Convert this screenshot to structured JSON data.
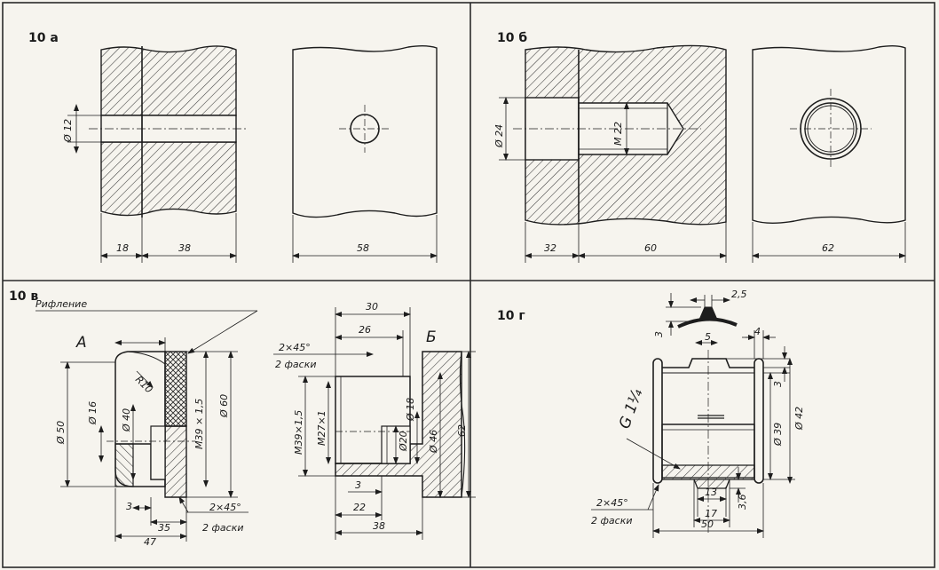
{
  "colors": {
    "paper": "#f6f4ee",
    "ink": "#1d1d1d",
    "hatch": "#3a3a3a",
    "frame": "#2a2a2a"
  },
  "panel_a": {
    "label": "10 а",
    "dim_hole": "Ø 12",
    "dim_left": "18",
    "dim_right": "38",
    "dim_view": "58"
  },
  "panel_b": {
    "label": "10 б",
    "dim_bore": "Ø 24",
    "dim_thread": "M 22",
    "dim_left": "32",
    "dim_right": "60",
    "dim_view": "62"
  },
  "panel_v": {
    "label": "10 в",
    "knurl_note": "Рифление",
    "part_a": "А",
    "part_b": "Б",
    "a_r10": "R10",
    "a_d16": "Ø 16",
    "a_d40": "Ø 40",
    "a_d50": "Ø 50",
    "a_m39": "M39 × 1,5",
    "a_d60": "Ø 60",
    "a_3": "3",
    "a_35": "35",
    "a_47": "47",
    "a_chamfer": "2×45°",
    "a_chamfer_note": "2 фаски",
    "b_30": "30",
    "b_26": "26",
    "b_chamfer": "2×45°",
    "b_chamfer_note": "2 фаски",
    "b_m39": "M39×1,5",
    "b_m27": "M27×1",
    "b_d20": "Ø20",
    "b_d18": "Ø 18",
    "b_d46": "Ø 46",
    "b_62": "62",
    "b_3": "3",
    "b_22": "22",
    "b_38": "38"
  },
  "panel_g": {
    "label": "10 г",
    "d_25": "2,5",
    "d_3top": "3",
    "d_5": "5",
    "d_4": "4",
    "d_3right": "3",
    "thread": "G 1¼",
    "d_39": "Ø 39",
    "d_42": "Ø 42",
    "chamfer": "2×45°",
    "chamfer_note": "2 фаски",
    "d_13": "13",
    "d_17": "17",
    "d_36": "3,6",
    "d_50": "50"
  }
}
